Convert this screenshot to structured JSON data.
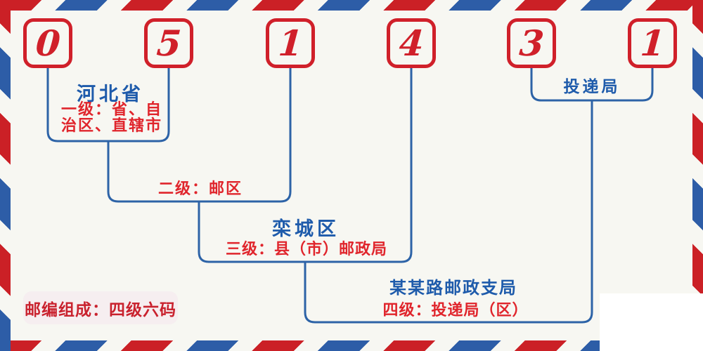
{
  "postal_code": {
    "digits": [
      "0",
      "5",
      "1",
      "4",
      "3",
      "1"
    ]
  },
  "labels": {
    "level1_name": "河北省",
    "level1_desc_line1": "一级：省、自",
    "level1_desc_line2": "治区、直辖市",
    "level2_desc": "二级：邮区",
    "level3_name": "栾城区",
    "level3_desc": "三级：县（市）邮政局",
    "level4_name": "某某路邮政支局",
    "level4_desc": "四级：投递局（区）",
    "delivery_office": "投递局"
  },
  "badge": {
    "text": "邮编组成：四级六码"
  },
  "colors": {
    "background": "#f7f7f2",
    "stripe_red": "#cb2026",
    "stripe_blue": "#2d5da7",
    "digit_red": "#d0202a",
    "connector_blue": "#2d63a7",
    "name_text_blue": "#1e5bab",
    "desc_text_red": "#e0252c",
    "badge_background": "#f6eef0",
    "badge_text_red": "#c9222e",
    "patch_white": "#ffffff"
  }
}
